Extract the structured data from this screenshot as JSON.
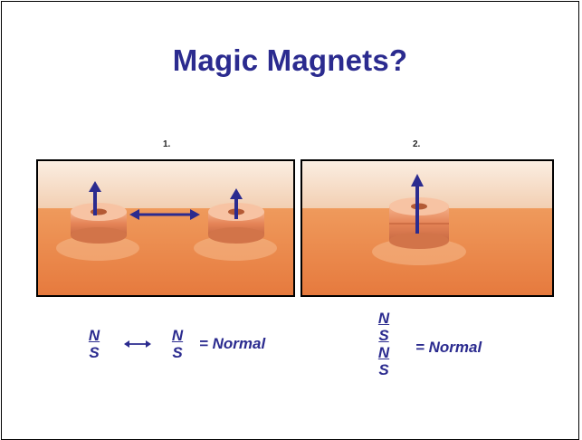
{
  "slide": {
    "title": "Magic Magnets?",
    "panels": [
      {
        "label": "1."
      },
      {
        "label": "2."
      }
    ],
    "equation1": {
      "left_top": "N",
      "left_bottom": "S",
      "right_top": "N",
      "right_bottom": "S",
      "result": "= Normal"
    },
    "equation2": {
      "stack": [
        "N",
        "S",
        "N",
        "S"
      ],
      "result": "= Normal"
    }
  },
  "colors": {
    "accent": "#2b2b8f",
    "table_orange": "#e8844a",
    "wall": "#f3d3b8"
  },
  "icons": {
    "arrow_up": "arrow-up-icon",
    "double_arrow": "double-arrow-icon"
  }
}
